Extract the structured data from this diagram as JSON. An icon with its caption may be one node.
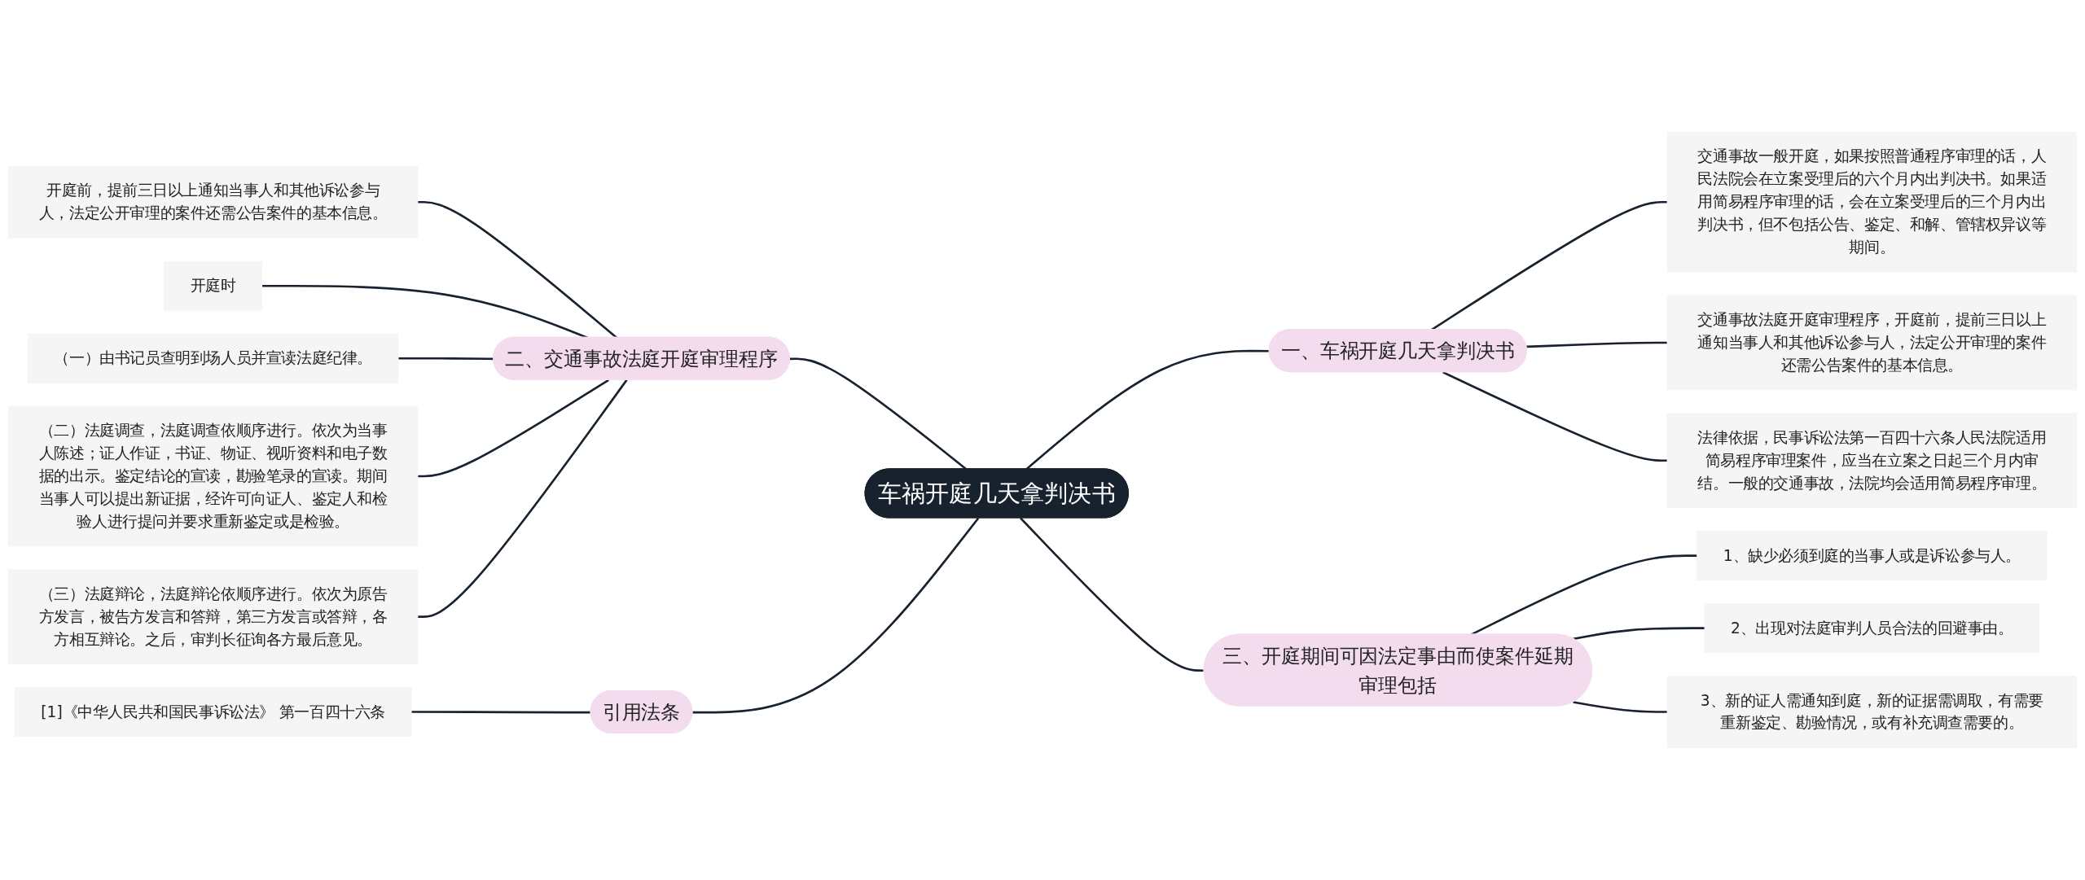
{
  "diagram": {
    "nodes": [
      {
        "text": [
          "车祸开庭几天拿判决书"
        ]
      },
      {
        "text": [
          "一、车祸开庭几天拿判决书"
        ]
      },
      {
        "text": [
          "交通事故一般开庭，如果按照普通程序审理的话，人民法院会在立案受理后的六个月内出判决书。如果适用简易程序审理的话，会在立案受理后的三个月内出判决书，但不包括公告、鉴定、和解、管辖权异议等期间。"
        ]
      },
      {
        "text": [
          "交通事故法庭开庭审理程序，开庭前，提前三日以上通知当事人和其他诉讼参与人，法定公开审理的案件还需公告案件的基本信息。"
        ]
      },
      {
        "text": [
          "法律依据，民事诉讼法第一百四十六条人民法院适用简易程序审理案件，应当在立案之日起三个月内审结。一般的交通事故，法院均会适用简易程序审理。"
        ]
      },
      {
        "text": [
          "二、交通事故法庭开庭审理程序"
        ]
      },
      {
        "text": [
          "开庭前，提前三日以上通知当事人和其他诉讼参与人，法定公开审理的案件还需公告案件的基本信息。"
        ]
      },
      {
        "text": [
          "开庭时"
        ]
      },
      {
        "text": [
          "（一）由书记员查明到场人员并宣读法庭纪律。"
        ]
      },
      {
        "text": [
          "（二）法庭调查，法庭调查依顺序进行。依次为当事人陈述；证人作证，书证、物证、视听资料和电子数据的出示。鉴定结论的宣读，勘验笔录的宣读。期间当事人可以提出新证据，经许可向证人、鉴定人和检验人进行提问并要求重新鉴定或是检验。"
        ]
      },
      {
        "text": [
          "（三）法庭辩论，法庭辩论依顺序进行。依次为原告方发言，被告方发言和答辩，第三方发言或答辩，各方相互辩论。之后，审判长征询各方最后意见。"
        ]
      },
      {
        "text": [
          "三、开庭期间可因法定事由而使案件延期审理包括"
        ]
      },
      {
        "text": [
          "1、缺少必须到庭的当事人或是诉讼参与人。"
        ]
      },
      {
        "text": [
          "2、出现对法庭审判人员合法的回避事由。"
        ]
      },
      {
        "text": [
          "3、新的证人需通知到庭，新的证据需调取，有需要重新鉴定、勘验情况，或有补充调查需要的。"
        ]
      },
      {
        "text": [
          "引用法条"
        ]
      },
      {
        "text": [
          "[1]《中华人民共和国民事诉讼法》 第一百四十六条"
        ]
      }
    ],
    "edges": [
      {
        "from": 0,
        "to": 1,
        "arrow": "none"
      },
      {
        "from": 1,
        "to": 2,
        "arrow": "none"
      },
      {
        "from": 1,
        "to": 3,
        "arrow": "none"
      },
      {
        "from": 1,
        "to": 4,
        "arrow": "none"
      },
      {
        "from": 0,
        "to": 5,
        "arrow": "none"
      },
      {
        "from": 5,
        "to": 6,
        "arrow": "none"
      },
      {
        "from": 5,
        "to": 7,
        "arrow": "none"
      },
      {
        "from": 5,
        "to": 8,
        "arrow": "none"
      },
      {
        "from": 5,
        "to": 9,
        "arrow": "none"
      },
      {
        "from": 5,
        "to": 10,
        "arrow": "none"
      },
      {
        "from": 0,
        "to": 11,
        "arrow": "none"
      },
      {
        "from": 11,
        "to": 12,
        "arrow": "none"
      },
      {
        "from": 11,
        "to": 13,
        "arrow": "none"
      },
      {
        "from": 11,
        "to": 14,
        "arrow": "none"
      },
      {
        "from": 0,
        "to": 15,
        "arrow": "none"
      },
      {
        "from": 15,
        "to": 16,
        "arrow": "none"
      }
    ]
  }
}
